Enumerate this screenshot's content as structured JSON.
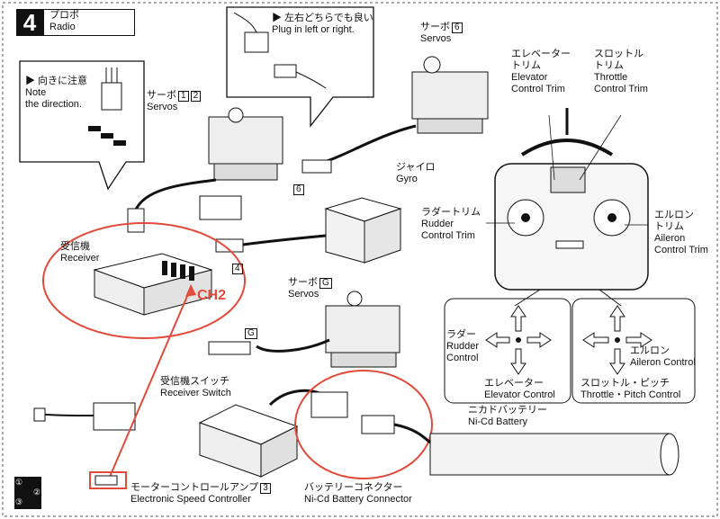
{
  "section": {
    "number": "4",
    "title_jp": "プロポ",
    "title_en": "Radio"
  },
  "note": {
    "jp": "▶ 向きに注意",
    "en1": "Note",
    "en2": "the direction."
  },
  "plug": {
    "jp": "▶ 左右どちらでも良い",
    "en": "Plug in left or right."
  },
  "servo12": {
    "jp": "サーボ",
    "nums": [
      "1",
      "2"
    ],
    "en": "Servos"
  },
  "servo6": {
    "jp": "サーボ",
    "num": "6",
    "en": "Servos"
  },
  "servoG": {
    "jp": "サーボ",
    "num": "G",
    "en": "Servos"
  },
  "gyro": {
    "jp": "ジャイロ",
    "en": "Gyro"
  },
  "receiver": {
    "jp": "受信機",
    "en": "Receiver"
  },
  "ch2": "CH2",
  "conn_labels": {
    "six": "6",
    "four": "4",
    "g": "G"
  },
  "elevator_trim": {
    "jp1": "エレベーター",
    "jp2": "トリム",
    "en1": "Elevator",
    "en2": "Control Trim"
  },
  "throttle_trim": {
    "jp1": "スロットル",
    "jp2": "トリム",
    "en1": "Throttle",
    "en2": "Control Trim"
  },
  "rudder_trim": {
    "jp": "ラダートリム",
    "en1": "Rudder",
    "en2": "Control Trim"
  },
  "aileron_trim": {
    "jp1": "エルロン",
    "jp2": "トリム",
    "en1": "Aileron",
    "en2": "Control Trim"
  },
  "rudder_control": {
    "jp": "ラダー",
    "en1": "Rudder",
    "en2": "Control"
  },
  "elevator_control": {
    "jp": "エレベーター",
    "en": "Elevator Control"
  },
  "aileron_control": {
    "jp": "エルロン",
    "en": "Aileron Control"
  },
  "throttle_control": {
    "jp": "スロットル・ピッチ",
    "en": "Throttle・Pitch Control"
  },
  "receiver_switch": {
    "jp": "受信機スイッチ",
    "en": "Receiver Switch"
  },
  "esc": {
    "jp": "モーターコントロールアンプ",
    "num": "3",
    "en": "Electronic Speed Controller"
  },
  "battery_connector": {
    "jp": "バッテリーコネクター",
    "en": "Ni-Cd Battery Connector"
  },
  "battery": {
    "jp": "ニカドバッテリー",
    "en": "Ni-Cd Battery"
  },
  "step_icon": {
    "n1": "①",
    "n2": "②",
    "n3": "③"
  },
  "colors": {
    "annotation_red": "#e24a3a",
    "ink": "#111111"
  }
}
